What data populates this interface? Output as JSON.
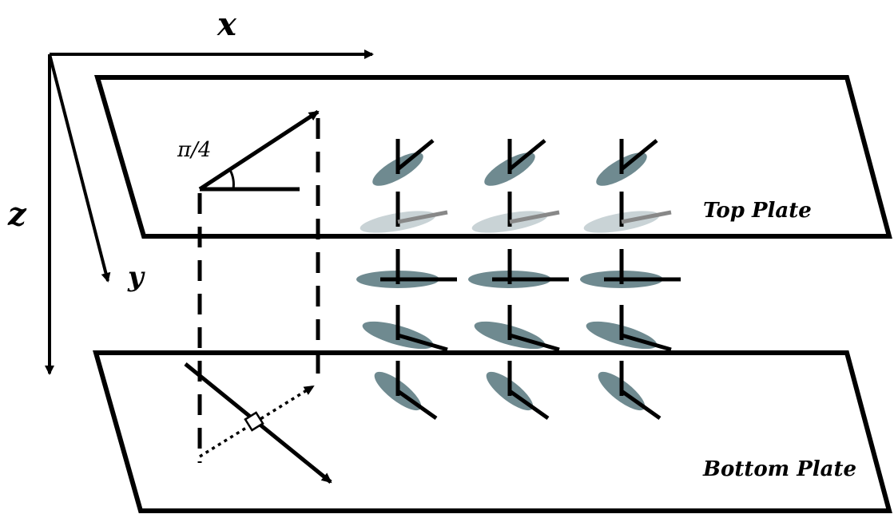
{
  "axes": {
    "x_label": "x",
    "y_label": "y",
    "z_label": "z"
  },
  "labels": {
    "angle": "π/4",
    "top_plate": "Top Plate",
    "bottom_plate": "Bottom Plate"
  },
  "colors": {
    "molecule_dark": "#6f8a90",
    "molecule_light": "#c9d3d6",
    "line": "#000000"
  },
  "molecule_grid": {
    "columns": 3,
    "layers": 5
  }
}
